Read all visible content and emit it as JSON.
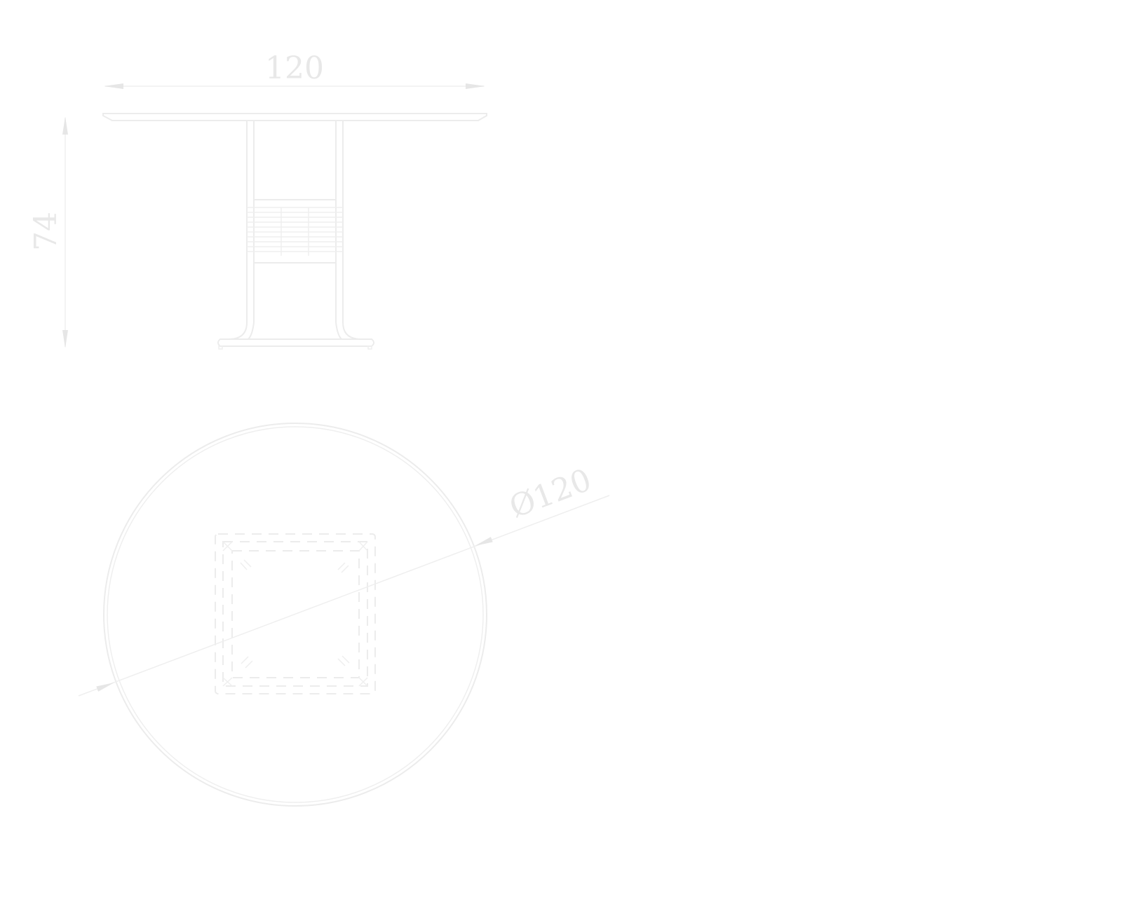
{
  "drawing": {
    "front_view": {
      "width_label": "120",
      "height_label": "74"
    },
    "top_view": {
      "diameter_label": "Ø120"
    },
    "line_color": "#ececec"
  }
}
